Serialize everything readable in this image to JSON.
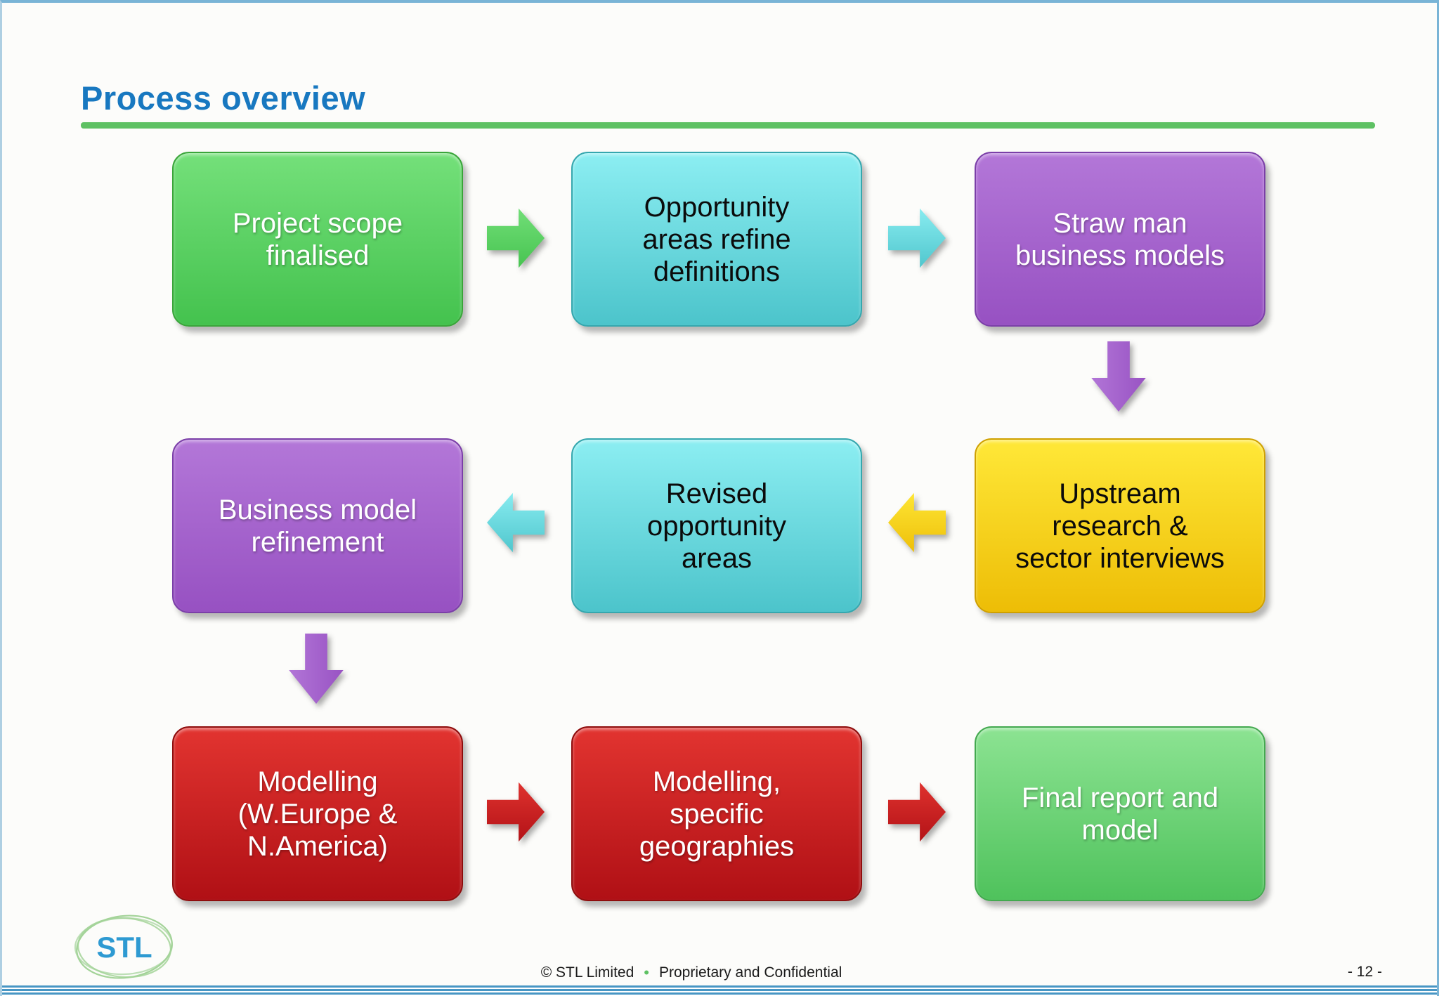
{
  "title": "Process overview",
  "boxes": [
    {
      "label": "Project scope\nfinalised",
      "color": "green"
    },
    {
      "label": "Opportunity\nareas refine\ndefinitions",
      "color": "cyan"
    },
    {
      "label": "Straw man\nbusiness models",
      "color": "purple"
    },
    {
      "label": "Upstream\nresearch &\nsector interviews",
      "color": "yellow"
    },
    {
      "label": "Revised\nopportunity\nareas",
      "color": "cyan"
    },
    {
      "label": "Business model\nrefinement",
      "color": "purple"
    },
    {
      "label": "Modelling\n(W.Europe &\nN.America)",
      "color": "red"
    },
    {
      "label": "Modelling,\nspecific\ngeographies",
      "color": "red"
    },
    {
      "label": "Final report and\nmodel",
      "color": "green-light"
    }
  ],
  "arrows": [
    {
      "from": 1,
      "to": 2,
      "direction": "right",
      "color": "green"
    },
    {
      "from": 2,
      "to": 3,
      "direction": "right",
      "color": "cyan"
    },
    {
      "from": 3,
      "to": 4,
      "direction": "down",
      "color": "purple"
    },
    {
      "from": 4,
      "to": 5,
      "direction": "left",
      "color": "yellow"
    },
    {
      "from": 5,
      "to": 6,
      "direction": "left",
      "color": "cyan"
    },
    {
      "from": 6,
      "to": 7,
      "direction": "down",
      "color": "purple"
    },
    {
      "from": 7,
      "to": 8,
      "direction": "right",
      "color": "red"
    },
    {
      "from": 8,
      "to": 9,
      "direction": "right",
      "color": "red"
    }
  ],
  "footer": {
    "logo_text": "STL",
    "copyright": "© STL Limited",
    "bullet": "•",
    "confidential_label": "Proprietary and Confidential",
    "page_number": "- 12 -"
  },
  "colors": {
    "slide_bg": "#fcfcfa",
    "frame_blue": "#79b4d6",
    "frame_blue_light": "#aecfe2",
    "stripe_blue": "#4896c4",
    "title_blue": "#1878c0",
    "underline_green": "#5ec163",
    "bullet_green": "#5ec163",
    "logo_blue": "#2e9ad2",
    "logo_green": "#a3d398",
    "green_top": "#74e07a",
    "green_bottom": "#44c24e",
    "green_border": "#3aa53a",
    "cyan_top": "#8ceef2",
    "cyan_bottom": "#4cc4cb",
    "cyan_border": "#35a7ae",
    "purple_top": "#b377d8",
    "purple_bottom": "#9751c2",
    "purple_border": "#7b3fa8",
    "yellow_top": "#ffe838",
    "yellow_bottom": "#edbd06",
    "yellow_border": "#cfa000",
    "red_top": "#e23430",
    "red_bottom": "#b01015",
    "red_border": "#8e0d0d",
    "green2_top": "#8ce392",
    "green2_bottom": "#4fc25c",
    "green2_border": "#43a94f"
  }
}
